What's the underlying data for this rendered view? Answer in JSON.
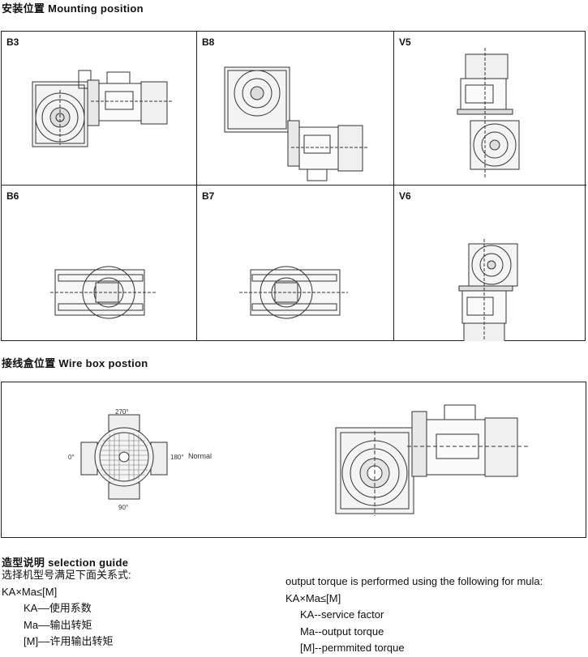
{
  "mounting": {
    "title": "安装位置 Mounting position",
    "positions": [
      "B3",
      "B8",
      "V5",
      "B6",
      "B7",
      "V6"
    ]
  },
  "wirebox": {
    "title": "接线盒位置 Wire box postion",
    "angles": {
      "top": "270°",
      "left": "0°",
      "right": "180°",
      "normal": "Normal",
      "bottom": "90°"
    }
  },
  "guide": {
    "title": "造型说明 selection guide",
    "cn_intro": "选择机型号满足下面关系式:",
    "cn_formula": "KA×Ma≤[M]",
    "cn_items": [
      "KA––使用系数",
      "Ma––输出转矩",
      "[M]––许用输出转矩"
    ],
    "en_intro": "output torque is performed using the following for mula:",
    "en_formula": "KA×Ma≤[M]",
    "en_items": [
      "KA--service factor",
      "Ma--output torque",
      "[M]--permmited torque"
    ]
  }
}
